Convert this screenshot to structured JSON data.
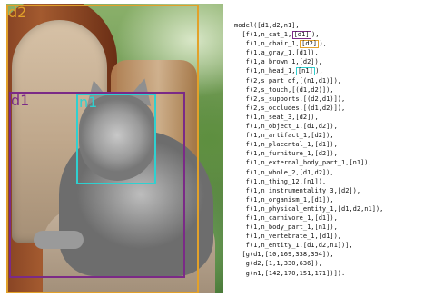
{
  "figure": {
    "boxes": {
      "d2": {
        "label": "d2",
        "color": "#e2a12a"
      },
      "d1": {
        "label": "d1",
        "color": "#7b2a87"
      },
      "n1": {
        "label": "n1",
        "color": "#2fd0d0"
      }
    }
  },
  "code": {
    "lines": [
      {
        "parts": [
          {
            "text": "model([d1,d2,n1],"
          }
        ]
      },
      {
        "parts": [
          {
            "text": "  [f(1,n_cat_1,"
          },
          {
            "text": "[d1]",
            "highlight": "#7b2a87"
          },
          {
            "text": "),"
          }
        ]
      },
      {
        "parts": [
          {
            "text": "   f(1,n_chair_1,"
          },
          {
            "text": "[d2]",
            "highlight": "#e2a12a"
          },
          {
            "text": "),"
          }
        ]
      },
      {
        "parts": [
          {
            "text": "   f(1,a_gray_1,[d1]),"
          }
        ]
      },
      {
        "parts": [
          {
            "text": "   f(1,a_brown_1,[d2]),"
          }
        ]
      },
      {
        "parts": [
          {
            "text": "   f(1,n_head_1,"
          },
          {
            "text": "[n1]",
            "highlight": "#2fd0d0"
          },
          {
            "text": "),"
          }
        ]
      },
      {
        "parts": [
          {
            "text": "   f(2,s_part_of,[(n1,d1)]),"
          }
        ]
      },
      {
        "parts": [
          {
            "text": "   f(2,s_touch,[(d1,d2)]),"
          }
        ]
      },
      {
        "parts": [
          {
            "text": "   f(2,s_supports,[(d2,d1)]),"
          }
        ]
      },
      {
        "parts": [
          {
            "text": "   f(2,s_occludes,[(d1,d2)]),"
          }
        ]
      },
      {
        "parts": [
          {
            "text": "   f(1,n_seat_3,[d2]),"
          }
        ]
      },
      {
        "parts": [
          {
            "text": "   f(1,n_object_1,[d1,d2]),"
          }
        ]
      },
      {
        "parts": [
          {
            "text": "   f(1,n_artifact_1,[d2]),"
          }
        ]
      },
      {
        "parts": [
          {
            "text": "   f(1,n_placental_1,[d1]),"
          }
        ]
      },
      {
        "parts": [
          {
            "text": "   f(1,n_furniture_1,[d2]),"
          }
        ]
      },
      {
        "parts": [
          {
            "text": "   f(1,n_external_body_part_1,[n1]),"
          }
        ]
      },
      {
        "parts": [
          {
            "text": "   f(1,n_whole_2,[d1,d2]),"
          }
        ]
      },
      {
        "parts": [
          {
            "text": "   f(1,n_thing_12,[n1]),"
          }
        ]
      },
      {
        "parts": [
          {
            "text": "   f(1,n_instrumentality_3,[d2]),"
          }
        ]
      },
      {
        "parts": [
          {
            "text": "   f(1,n_organism_1,[d1]),"
          }
        ]
      },
      {
        "parts": [
          {
            "text": "   f(1,n_physical_entity_1,[d1,d2,n1]),"
          }
        ]
      },
      {
        "parts": [
          {
            "text": "   f(1,n_carnivore_1,[d1]),"
          }
        ]
      },
      {
        "parts": [
          {
            "text": "   f(1,n_body_part_1,[n1]),"
          }
        ]
      },
      {
        "parts": [
          {
            "text": "   f(1,n_vertebrate_1,[d1]),"
          }
        ]
      },
      {
        "parts": [
          {
            "text": "   f(1,n_entity_1,[d1,d2,n1])],"
          }
        ]
      },
      {
        "parts": [
          {
            "text": "  [g(d1,[10,169,338,354]),"
          }
        ]
      },
      {
        "parts": [
          {
            "text": "   g(d2,[1,1,330,636]),"
          }
        ]
      },
      {
        "parts": [
          {
            "text": "   g(n1,[142,170,151,171])])."
          }
        ]
      }
    ]
  }
}
